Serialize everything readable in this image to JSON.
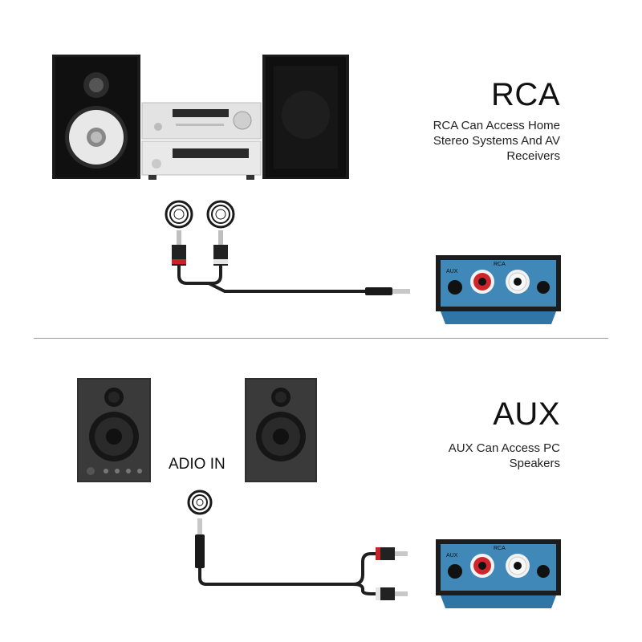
{
  "rca_section": {
    "heading": "RCA",
    "description_lines": [
      "RCA Can Access Home",
      "Stereo Systems And AV",
      "Receivers"
    ]
  },
  "aux_section": {
    "heading": "AUX",
    "description_lines": [
      "AUX Can Access PC",
      "Speakers"
    ],
    "input_label": "ADIO IN"
  },
  "device": {
    "aux_label": "AUX",
    "rca_label": "RCA",
    "body_color": "#3f88b8",
    "red_port_color": "#d0262b"
  }
}
